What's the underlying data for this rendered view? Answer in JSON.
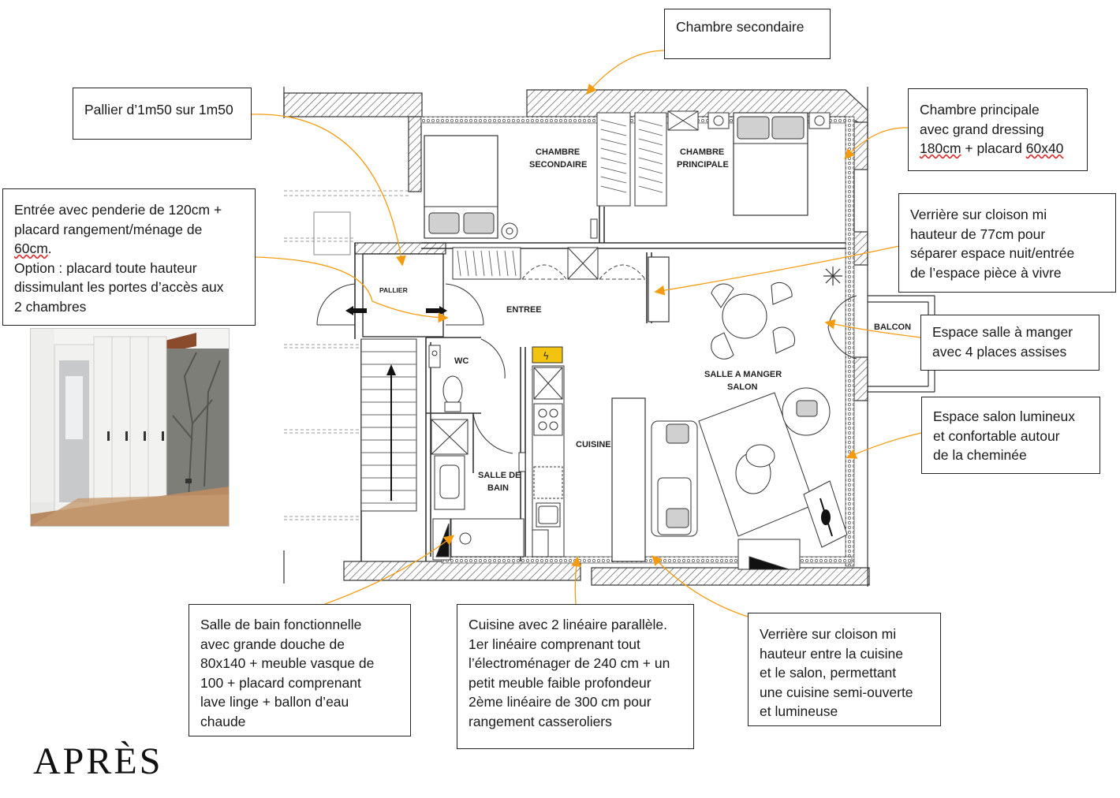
{
  "page_title": "APRÈS",
  "rooms": {
    "chambre_secondaire_l1": "CHAMBRE",
    "chambre_secondaire_l2": "SECONDAIRE",
    "chambre_principale_l1": "CHAMBRE",
    "chambre_principale_l2": "PRINCIPALE",
    "pallier": "PALLIER",
    "entree": "ENTREE",
    "wc": "WC",
    "salle_de_bain_l1": "SALLE DE",
    "salle_de_bain_l2": "BAIN",
    "cuisine": "CUISINE",
    "salle_a_manger_l1": "SALLE A MANGER",
    "salle_a_manger_l2": "SALON",
    "balcon": "BALCON"
  },
  "callouts": {
    "chambre_secondaire": "Chambre secondaire",
    "pallier": "Pallier d’1m50 sur 1m50",
    "chambre_principale_l1": "Chambre principale",
    "chambre_principale_l2": "avec grand dressing",
    "chambre_principale_l3a": "180cm",
    "chambre_principale_l3b": " + placard ",
    "chambre_principale_l3c": "60x40",
    "entree_l1": "Entrée avec penderie de 120cm +",
    "entree_l2": "placard rangement/ménage de",
    "entree_l3": "60cm",
    "entree_l3b": ".",
    "entree_l4": "Option : placard toute hauteur",
    "entree_l5": "dissimulant les portes d’accès aux",
    "entree_l6": "2 chambres",
    "verriere_nuit": "Verrière sur cloison mi\nhauteur de 77cm pour\nséparer espace nuit/entrée\nde l’espace pièce à vivre",
    "salle_a_manger": "Espace salle à manger\navec 4 places assises",
    "salon": "Espace salon lumineux\net confortable autour\nde la cheminée",
    "salle_de_bain": "Salle de bain fonctionnelle\navec grande douche de\n80x140 + meuble vasque de\n100 + placard comprenant\nlave linge + ballon  d’eau\nchaude",
    "cuisine": "Cuisine avec 2 linéaire parallèle.\n1er linéaire comprenant tout\nl’électroménager de 240 cm + un\npetit meuble faible profondeur\n2ème linéaire de 300 cm pour\nrangement casseroliers",
    "verriere_cuisine": "Verrière sur cloison mi\nhauteur entre la cuisine\net le salon, permettant\nune cuisine semi-ouverte\net lumineuse"
  },
  "colors": {
    "leader": "#f39c12",
    "wall_hatch": "#333333",
    "furniture": "#d0d0d0",
    "electric_label": "#f2c40f"
  }
}
